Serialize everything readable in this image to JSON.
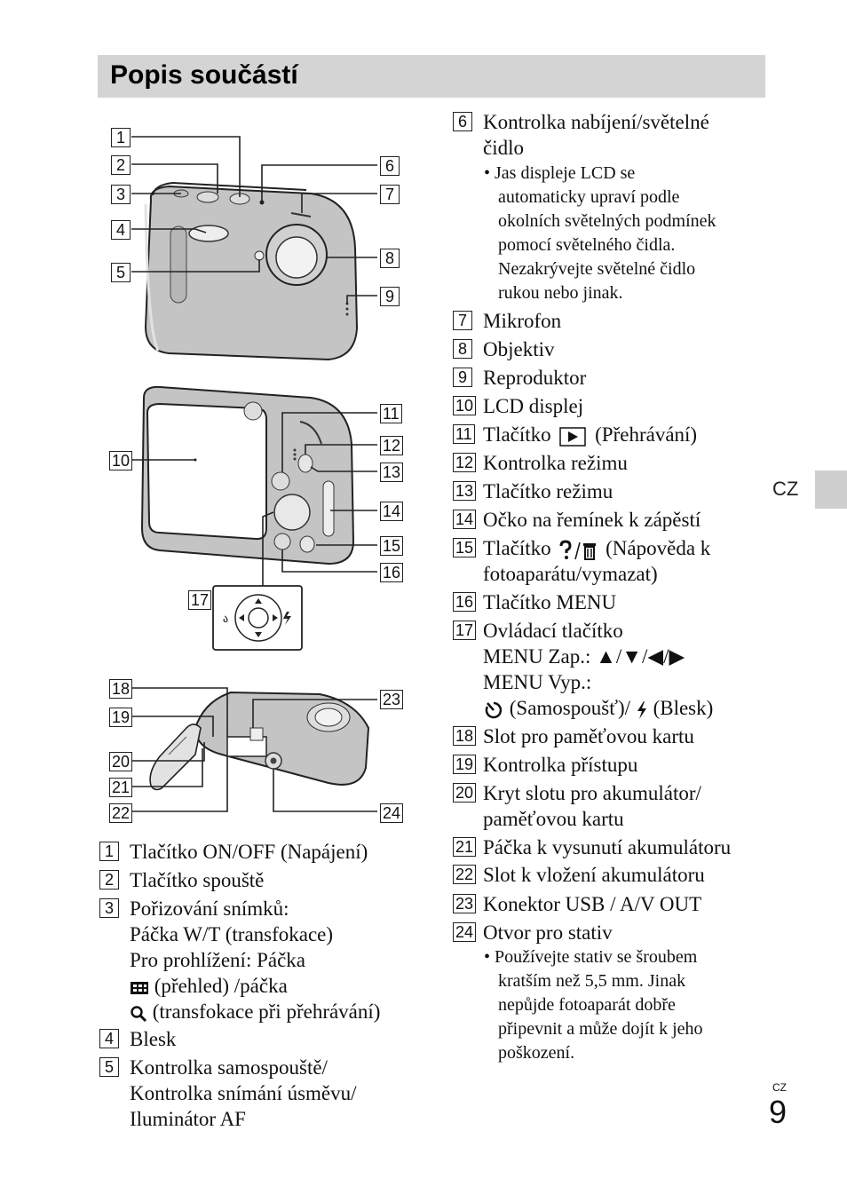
{
  "title": "Popis součástí",
  "language_tab": "CZ",
  "page_number_label": "CZ",
  "page_number": "9",
  "figure_callouts": [
    "1",
    "2",
    "3",
    "4",
    "5",
    "6",
    "7",
    "8",
    "9",
    "10",
    "11",
    "12",
    "13",
    "14",
    "15",
    "16",
    "17",
    "18",
    "19",
    "20",
    "21",
    "22",
    "23",
    "24"
  ],
  "left_items": [
    {
      "num": "1",
      "lines": [
        "Tlačítko ON/OFF (Napájení)"
      ]
    },
    {
      "num": "2",
      "lines": [
        "Tlačítko spouště"
      ]
    },
    {
      "num": "3",
      "lines": [
        "Pořizování snímků:",
        "Páčka W/T (transfokace)",
        "Pro prohlížení: Páčka"
      ],
      "icon_line_1": "(přehled) /páčka",
      "icon_line_2": "(transfokace při přehrávání)"
    },
    {
      "num": "4",
      "lines": [
        "Blesk"
      ]
    },
    {
      "num": "5",
      "lines": [
        "Kontrolka samospouště/",
        "Kontrolka snímání úsměvu/",
        "Iluminátor AF"
      ]
    }
  ],
  "right_items": [
    {
      "num": "6",
      "lines": [
        "Kontrolka nabíjení/světelné",
        "čidlo"
      ],
      "bullet": [
        "• Jas displeje LCD se",
        "automaticky upraví podle",
        "okolních světelných podmínek",
        "pomocí světelného čidla.",
        "Nezakrývejte světelné čidlo",
        "rukou nebo jinak."
      ]
    },
    {
      "num": "7",
      "lines": [
        "Mikrofon"
      ]
    },
    {
      "num": "8",
      "lines": [
        "Objektiv"
      ]
    },
    {
      "num": "9",
      "lines": [
        "Reproduktor"
      ]
    },
    {
      "num": "10",
      "lines": [
        "LCD displej"
      ]
    },
    {
      "num": "11",
      "pre": "Tlačítko",
      "post": "(Přehrávání)"
    },
    {
      "num": "12",
      "lines": [
        "Kontrolka režimu"
      ]
    },
    {
      "num": "13",
      "lines": [
        "Tlačítko režimu"
      ]
    },
    {
      "num": "14",
      "lines": [
        "Očko na řemínek k zápěstí"
      ]
    },
    {
      "num": "15",
      "pre": "Tlačítko",
      "post": "(Nápověda k",
      "line2": "fotoaparátu/vymazat)"
    },
    {
      "num": "16",
      "lines": [
        "Tlačítko MENU"
      ]
    },
    {
      "num": "17",
      "lines": [
        "Ovládací tlačítko",
        "MENU Zap.: ▲/▼/◀/▶",
        "MENU Vyp.:"
      ],
      "icon_line": "(Samospoušť)/",
      "icon_line_end": "(Blesk)"
    },
    {
      "num": "18",
      "lines": [
        "Slot pro paměťovou kartu"
      ]
    },
    {
      "num": "19",
      "lines": [
        "Kontrolka přístupu"
      ]
    },
    {
      "num": "20",
      "lines": [
        "Kryt slotu pro akumulátor/",
        "paměťovou kartu"
      ]
    },
    {
      "num": "21",
      "lines": [
        "Páčka k vysunutí akumulátoru"
      ]
    },
    {
      "num": "22",
      "lines": [
        "Slot k vložení akumulátoru"
      ]
    },
    {
      "num": "23",
      "lines": [
        "Konektor USB / A/V OUT"
      ]
    },
    {
      "num": "24",
      "lines": [
        "Otvor pro stativ"
      ],
      "bullet": [
        "• Používejte stativ se šroubem",
        "kratším než 5,5 mm. Jinak",
        "nepůjde fotoaparát dobře",
        "připevnit a může dojít k jeho",
        "poškození."
      ]
    }
  ]
}
